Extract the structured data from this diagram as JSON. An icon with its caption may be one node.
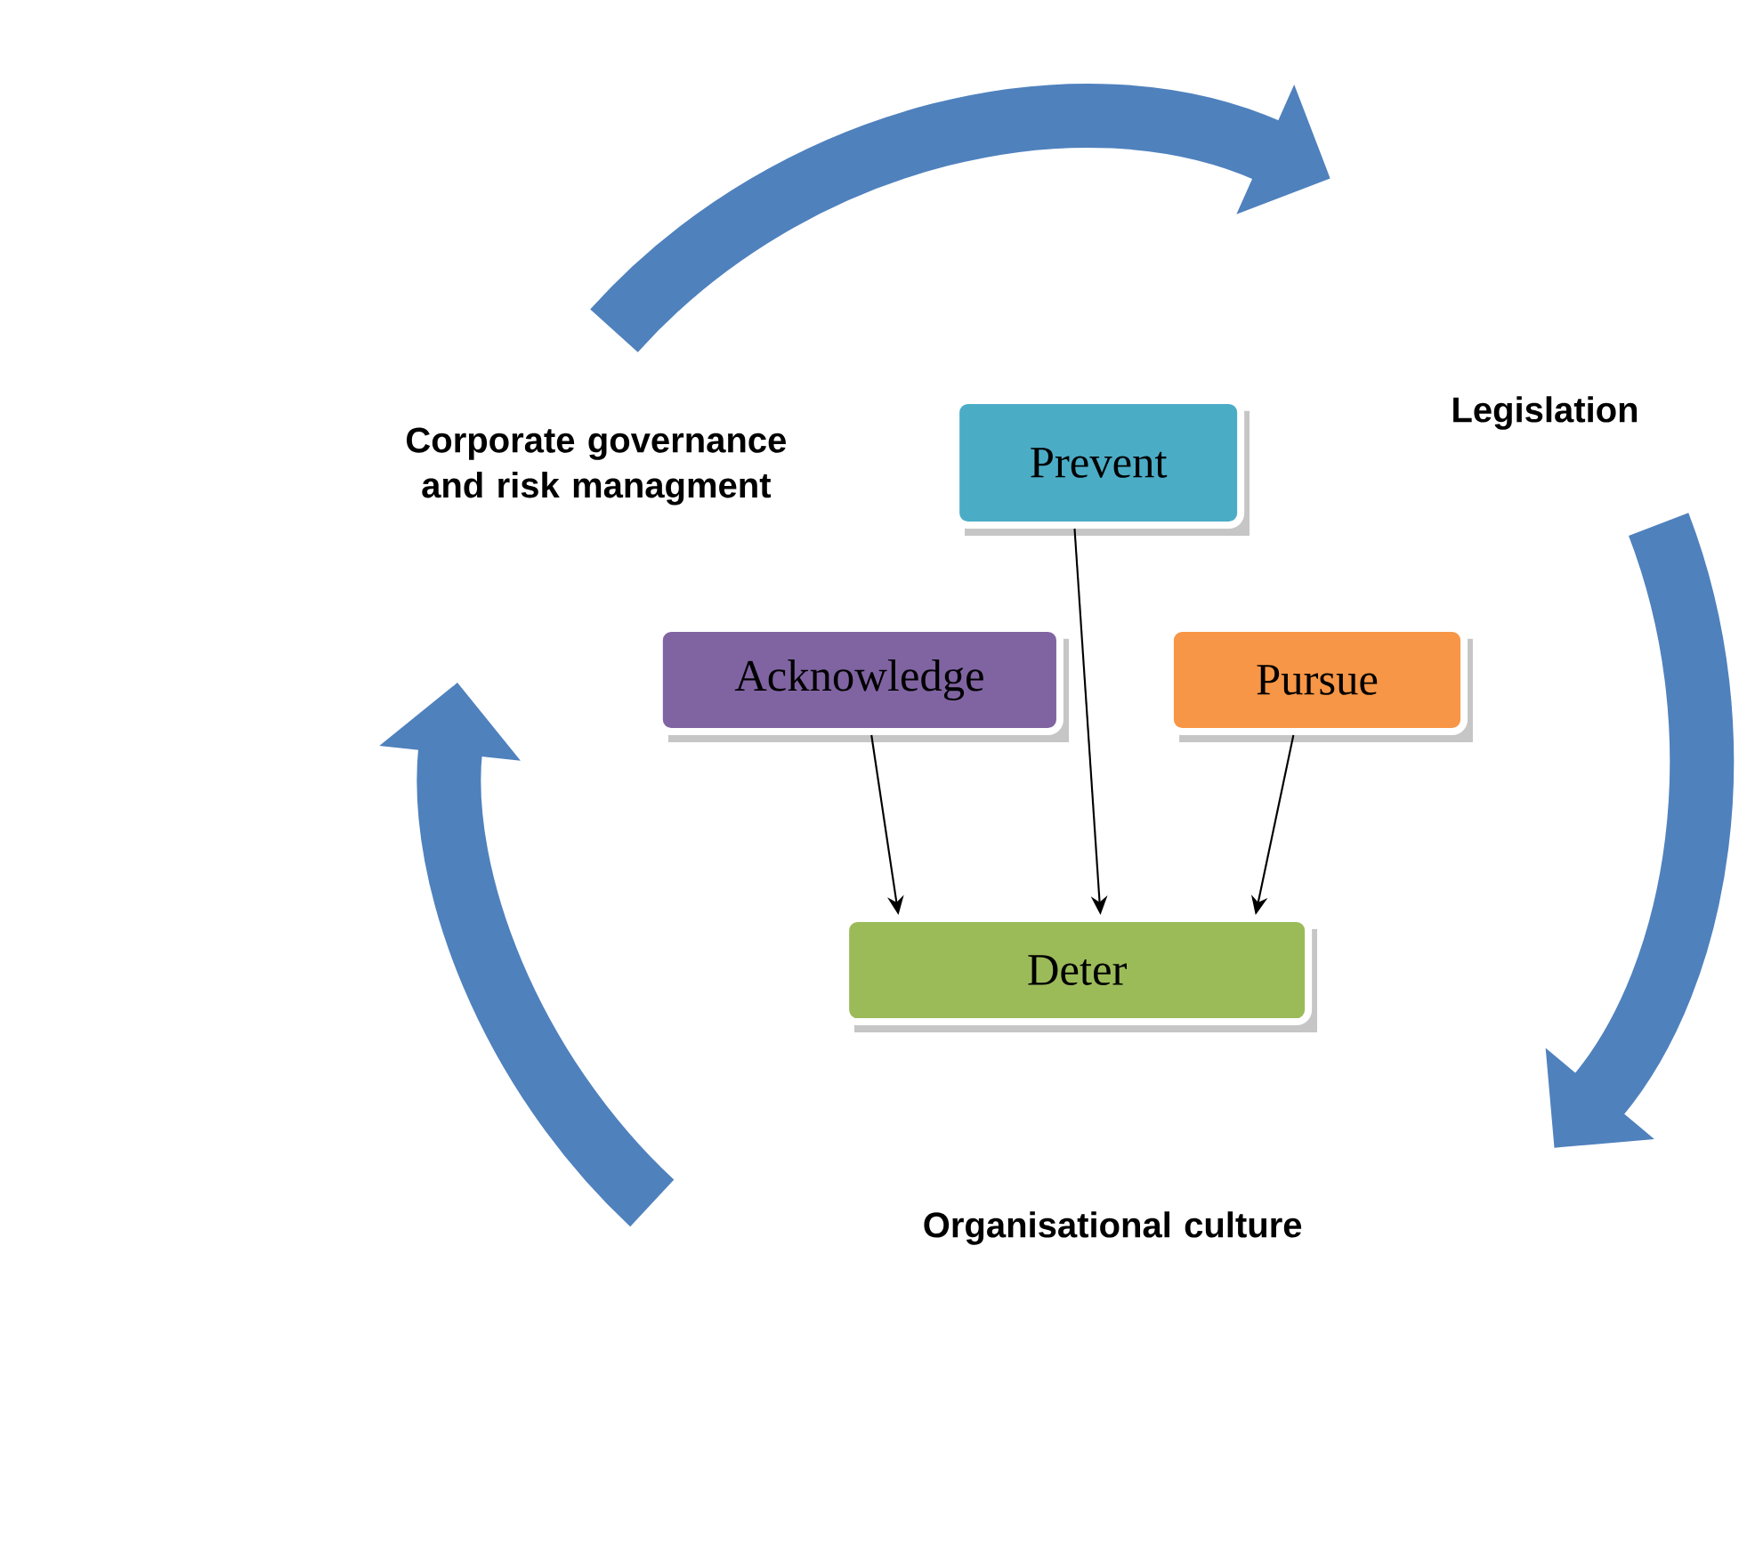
{
  "diagram": {
    "nodes": [
      {
        "text": [
          "Prevent"
        ]
      },
      {
        "text": [
          "Acknowledge"
        ]
      },
      {
        "text": [
          "Pursue"
        ]
      },
      {
        "text": [
          "Deter"
        ]
      }
    ],
    "edges": [
      {
        "from": 1,
        "to": 3,
        "arrow": "to"
      },
      {
        "from": 0,
        "to": 3,
        "arrow": "to"
      },
      {
        "from": 2,
        "to": 3,
        "arrow": "to"
      }
    ],
    "labels": [
      "Corporate governance and risk managment",
      "Legislation",
      "Organisational culture"
    ]
  }
}
